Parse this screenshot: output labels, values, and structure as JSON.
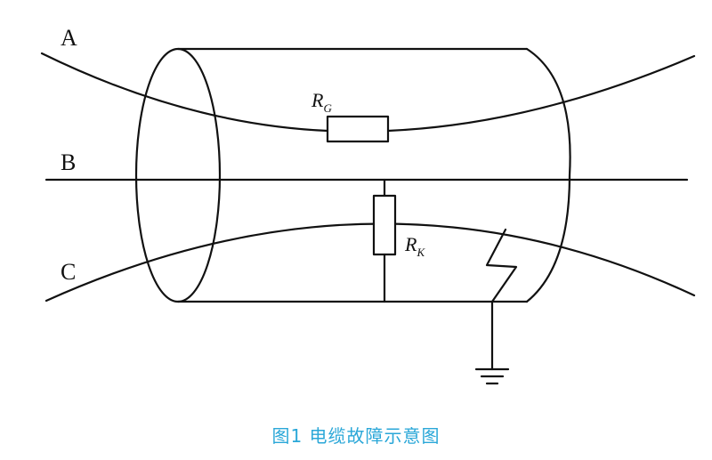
{
  "wires": {
    "a_label": "A",
    "b_label": "B",
    "c_label": "C"
  },
  "resistors": {
    "rg_main": "R",
    "rg_sub": "G",
    "rk_main": "R",
    "rk_sub": "K"
  },
  "caption": "图1 电缆故障示意图",
  "colors": {
    "line": "#111111",
    "caption": "#2aa7d8"
  }
}
